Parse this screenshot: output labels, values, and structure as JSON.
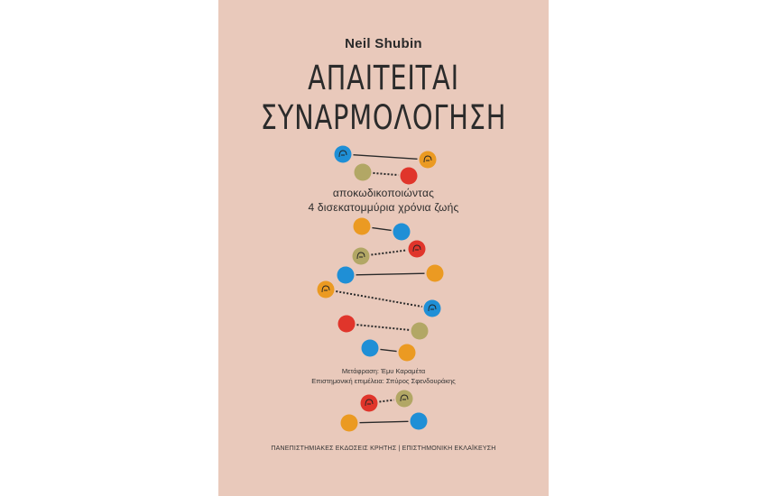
{
  "book": {
    "author": "Neil Shubin",
    "title_line1": "ΑΠΑΙΤΕΙΤΑΙ",
    "title_line2": "ΣΥΝΑΡΜΟΛΟΓΗΣΗ",
    "subtitle_line1": "αποκωδικοποιώντας",
    "subtitle_line2": "4 δισεκατομμύρια χρόνια ζωής",
    "translation_credit": "Μετάφραση: Έμυ Καραμέτα",
    "editor_credit": "Επιστημονική επιμέλεια: Σπύρος Σφενδουράκης",
    "publisher": "ΠΑΝΕΠΙΣΤΗΜΙΑΚΕΣ ΕΚΔΟΣΕΙΣ ΚΡΗΤΗΣ | ΕΠΙΣΤΗΜΟΝΙΚΗ ΕΚΛΑΪΚΕΥΣΗ"
  },
  "colors": {
    "cover_background": "#e9c9bb",
    "blue": "#1f8fd6",
    "orange": "#eb9a22",
    "red": "#e0352b",
    "olive": "#b2a765"
  },
  "dna_pairs": [
    {
      "left": "blue",
      "right": "orange",
      "link": "solid",
      "left_icon": "hand-icon",
      "right_icon": "fish-icon"
    },
    {
      "left": "olive",
      "right": "red",
      "link": "dashed",
      "left_icon": "",
      "right_icon": ""
    },
    {
      "left": "orange",
      "right": "blue",
      "link": "solid",
      "left_icon": "",
      "right_icon": ""
    },
    {
      "left": "olive",
      "right": "red",
      "link": "dashed",
      "left_icon": "turtle-icon",
      "right_icon": "robot-icon"
    },
    {
      "left": "blue",
      "right": "orange",
      "link": "solid",
      "left_icon": "",
      "right_icon": ""
    },
    {
      "left": "orange",
      "right": "blue",
      "link": "dashed",
      "left_icon": "penguin-icon",
      "right_icon": "fish-icon"
    },
    {
      "left": "red",
      "right": "olive",
      "link": "dashed",
      "left_icon": "",
      "right_icon": ""
    },
    {
      "left": "blue",
      "right": "orange",
      "link": "solid",
      "left_icon": "",
      "right_icon": ""
    },
    {
      "left": "red",
      "right": "olive",
      "link": "dashed",
      "left_icon": "feather-icon",
      "right_icon": "snail-icon"
    },
    {
      "left": "orange",
      "right": "blue",
      "link": "solid",
      "left_icon": "",
      "right_icon": ""
    }
  ]
}
